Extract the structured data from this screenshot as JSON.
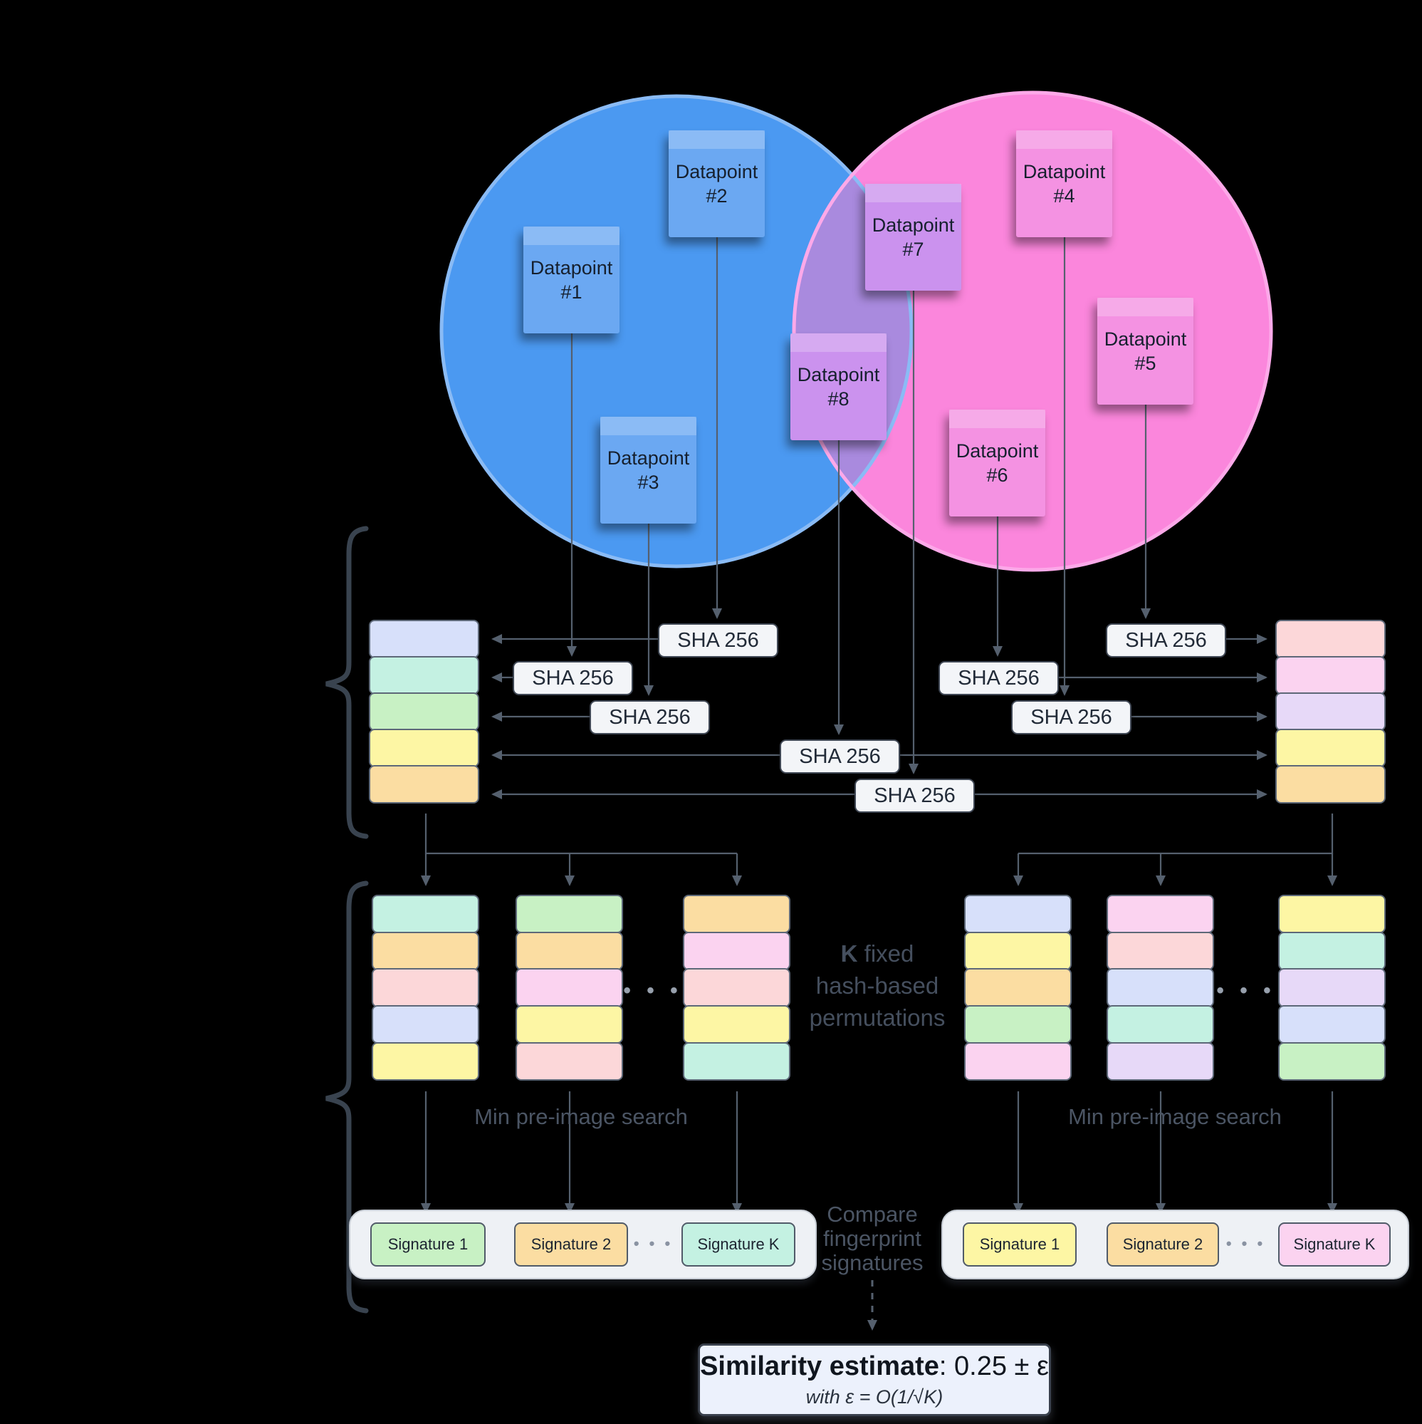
{
  "colors": {
    "background": "#000000",
    "connector_line": "#55606e",
    "brace": "#39434f",
    "venn_blue_fill": "#4b99f1",
    "venn_blue_stroke": "#8abbf5",
    "venn_pink_fill": "#fb86dc",
    "venn_pink_stroke": "#fda9e9",
    "venn_overlap_fill": "#a98ade",
    "card_blue": "#6ba8f2",
    "card_purple": "#cb92ee",
    "card_pink": "#f492e2",
    "sha_box_fill": "#f3f5f8",
    "sha_box_border": "#3f4754",
    "palette": {
      "lavender": "#d7e0fa",
      "mint": "#c4f1e2",
      "green": "#c8f1c4",
      "yellow": "#fdf6a4",
      "orange": "#fbdda2",
      "salmon": "#fcd7d9",
      "pink": "#fbd3f0",
      "lilac": "#e7d9f8"
    }
  },
  "datapoints": [
    {
      "word": "Datapoint",
      "num": "#1",
      "color": "#6ba8f2"
    },
    {
      "word": "Datapoint",
      "num": "#2",
      "color": "#6ba8f2"
    },
    {
      "word": "Datapoint",
      "num": "#3",
      "color": "#6ba8f2"
    },
    {
      "word": "Datapoint",
      "num": "#7",
      "color": "#cb92ee"
    },
    {
      "word": "Datapoint",
      "num": "#8",
      "color": "#cb92ee"
    },
    {
      "word": "Datapoint",
      "num": "#4",
      "color": "#f492e2"
    },
    {
      "word": "Datapoint",
      "num": "#5",
      "color": "#f492e2"
    },
    {
      "word": "Datapoint",
      "num": "#6",
      "color": "#f492e2"
    }
  ],
  "sha_boxes": [
    {
      "label": "SHA 256"
    },
    {
      "label": "SHA 256"
    },
    {
      "label": "SHA 256"
    },
    {
      "label": "SHA 256"
    },
    {
      "label": "SHA 256"
    },
    {
      "label": "SHA 256"
    },
    {
      "label": "SHA 256"
    },
    {
      "label": "SHA 256"
    }
  ],
  "stacks": {
    "hash_left": {
      "cells": [
        "#d7e0fa",
        "#c4f1e2",
        "#c8f1c4",
        "#fdf6a4",
        "#fbdda2"
      ]
    },
    "hash_right": {
      "cells": [
        "#fcd7d9",
        "#fbd3f0",
        "#e7d9f8",
        "#fdf6a4",
        "#fbdda2"
      ]
    },
    "perm_left": [
      {
        "cells": [
          "#c4f1e2",
          "#fbdda2",
          "#fcd7d9",
          "#d7e0fa",
          "#fdf6a4"
        ]
      },
      {
        "cells": [
          "#c8f1c4",
          "#fbdda2",
          "#fbd3f0",
          "#fdf6a4",
          "#fcd7d9"
        ]
      },
      {
        "cells": [
          "#fbdda2",
          "#fbd3f0",
          "#fcd7d9",
          "#fdf6a4",
          "#c4f1e2"
        ]
      }
    ],
    "perm_right": [
      {
        "cells": [
          "#d7e0fa",
          "#fdf6a4",
          "#fbdda2",
          "#c8f1c4",
          "#fbd3f0"
        ]
      },
      {
        "cells": [
          "#fbd3f0",
          "#fcd7d9",
          "#d7e0fa",
          "#c4f1e2",
          "#e7d9f8"
        ]
      },
      {
        "cells": [
          "#fdf6a4",
          "#c4f1e2",
          "#e7d9f8",
          "#d7e0fa",
          "#c8f1c4"
        ]
      }
    ]
  },
  "labels": {
    "k_bold": "K",
    "k_rest": " fixed",
    "k_line2": "hash-based",
    "k_line3": "permutations",
    "min_preimage_left": "Min pre-image search",
    "min_preimage_right": "Min pre-image search",
    "compare_line1": "Compare",
    "compare_line2": "fingerprint",
    "compare_line3": "signatures",
    "dots": "• • •"
  },
  "signatures": {
    "left": [
      {
        "label": "Signature 1",
        "color": "#c8f1c4"
      },
      {
        "label": "Signature 2",
        "color": "#fbdda2"
      },
      {
        "label": "Signature K",
        "color": "#c4f1e2"
      }
    ],
    "right": [
      {
        "label": "Signature 1",
        "color": "#fdf6a4"
      },
      {
        "label": "Signature 2",
        "color": "#fbdda2"
      },
      {
        "label": "Signature K",
        "color": "#fbd3f0"
      }
    ]
  },
  "similarity": {
    "title_bold": "Similarity estimate",
    "title_rest": ": 0.25 ± ε",
    "note": "with ε = O(1/√K)"
  }
}
